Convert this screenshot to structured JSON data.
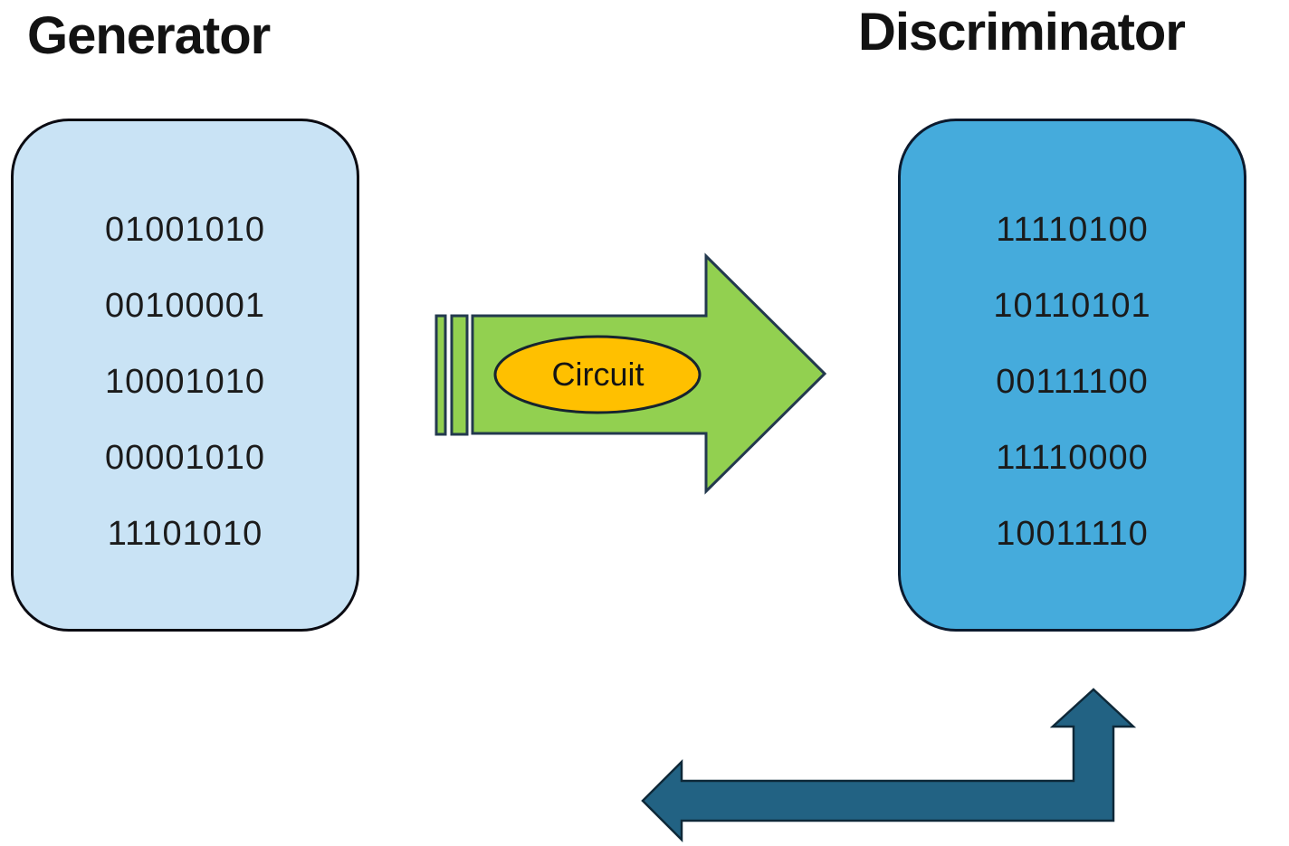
{
  "titles": {
    "generator": "Generator",
    "discriminator": "Discriminator"
  },
  "generator_box": {
    "fill": "#C9E3F5",
    "border": "#0B0B12",
    "rows": [
      "01001010",
      "00100001",
      "10001010",
      "00001010",
      "11101010"
    ]
  },
  "discriminator_box": {
    "fill": "#45ABDC",
    "border": "#0C1A2E",
    "rows": [
      "11110100",
      "10110101",
      "00111100",
      "11110000",
      "10011110"
    ]
  },
  "circuit_arrow": {
    "label": "Circuit",
    "arrow_fill": "#92D050",
    "ellipse_fill": "#FFC000",
    "direction": "right"
  },
  "feedback_arrow": {
    "fill": "#226283",
    "direction": "up-then-left"
  }
}
